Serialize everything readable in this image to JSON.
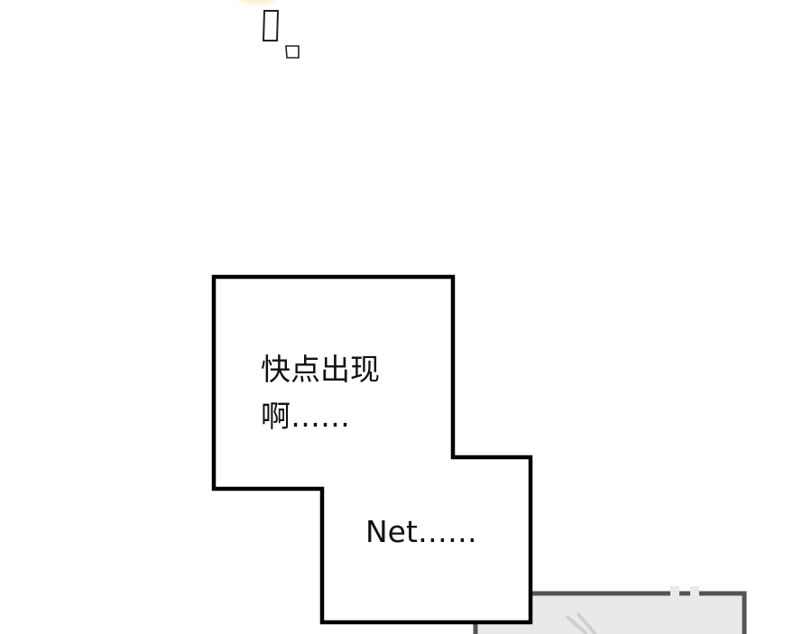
{
  "bubble": {
    "line1": "快点出现",
    "line2": "啊……",
    "line3": "Net……"
  },
  "colors": {
    "ink": "#111111",
    "panel_fill": "#e9e9e9",
    "panel_border": "#555555",
    "glow": "#f6e7a8"
  }
}
